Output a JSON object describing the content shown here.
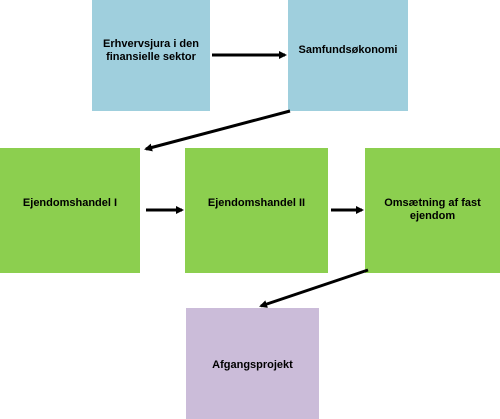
{
  "nodes": {
    "erhvervsjura": {
      "label": "Erhvervsjura i den finansielle sektor",
      "color": "#9fcfdd"
    },
    "samfundsokonomi": {
      "label": "Samfundsøkonomi",
      "color": "#9fcfdd"
    },
    "ejendomshandel1": {
      "label": "Ejendomshandel I",
      "color": "#8ccf4f"
    },
    "ejendomshandel2": {
      "label": "Ejendomshandel II",
      "color": "#8ccf4f"
    },
    "omsaetning": {
      "label": "Omsætning af fast ejendom",
      "color": "#8ccf4f"
    },
    "afgangsprojekt": {
      "label": "Afgangsprojekt",
      "color": "#cbbcd9"
    }
  },
  "edges": [
    {
      "from": "erhvervsjura",
      "to": "samfundsokonomi"
    },
    {
      "from": "samfundsokonomi",
      "to": "ejendomshandel1"
    },
    {
      "from": "ejendomshandel1",
      "to": "ejendomshandel2"
    },
    {
      "from": "ejendomshandel2",
      "to": "omsaetning"
    },
    {
      "from": "omsaetning",
      "to": "afgangsprojekt"
    }
  ]
}
